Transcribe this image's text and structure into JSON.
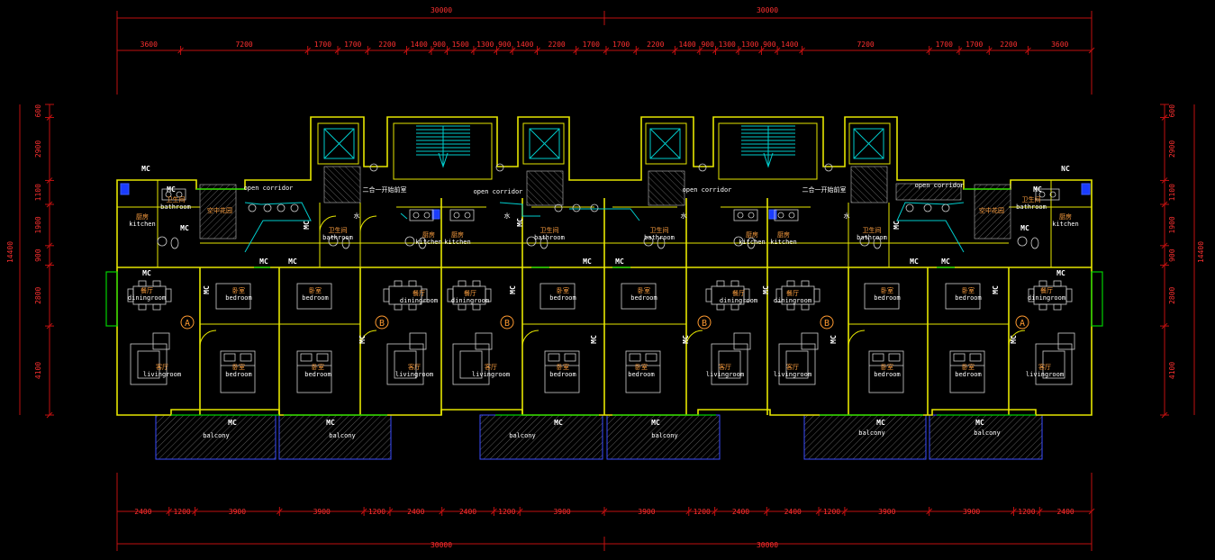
{
  "dimensions": {
    "top_overall": [
      "30000",
      "30000"
    ],
    "top_segments": [
      "3600",
      "7200",
      "1700",
      "1700",
      "2200",
      "1400",
      "900",
      "1500",
      "1300",
      "900",
      "1400",
      "2200",
      "1700",
      "1700",
      "2200",
      "1400",
      "900",
      "1300",
      "1300",
      "900",
      "1400",
      "7200",
      "1700",
      "1700",
      "2200",
      "3600"
    ],
    "bottom_segments": [
      "2400",
      "1200",
      "3900",
      "3900",
      "1200",
      "2400",
      "2400",
      "1200",
      "3900",
      "3900",
      "1200",
      "2400",
      "2400",
      "1200",
      "3900",
      "3900",
      "1200",
      "2400"
    ],
    "bottom_overall": [
      "30000",
      "30000"
    ],
    "left_segments": [
      "600",
      "2900",
      "1100",
      "1900",
      "900",
      "2800",
      "4100"
    ],
    "left_overall": "14400",
    "right_segments": [
      "600",
      "2900",
      "1100",
      "1900",
      "900",
      "2800",
      "4100"
    ],
    "right_overall": "14400"
  },
  "rooms": {
    "open_corridor": "open corridor",
    "elevator_hall": "二合一开始前室",
    "garden": "空中花园",
    "bathroom_cn": "卫生间",
    "bathroom": "bathroom",
    "kitchen_cn": "厨房",
    "kitchen": "kitchen",
    "bedroom_cn": "卧室",
    "bedroom": "bedroom",
    "dining_cn": "餐厅",
    "diningroom": "diningroom",
    "living_cn": "客厅",
    "livingroom": "livingroom",
    "balcony": "balcony",
    "mc": "MC",
    "nc": "NC",
    "shaft": "水"
  },
  "unit_types": [
    "A",
    "B",
    "B",
    "B",
    "B",
    "A"
  ],
  "colors": {
    "wall": "#e6e600",
    "dimension": "#ff3030",
    "window": "#00d000",
    "cyan_line": "#00cccc",
    "marker": "#ff9a30"
  }
}
